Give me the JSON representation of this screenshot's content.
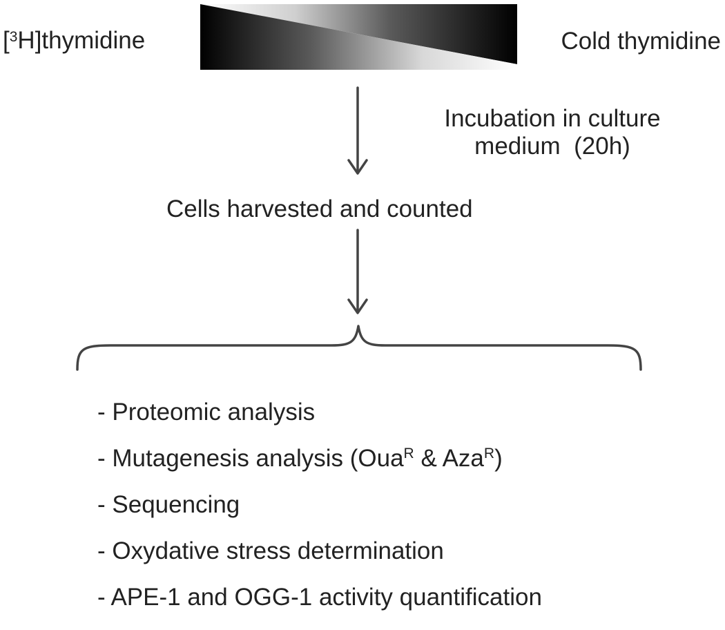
{
  "gradient_bar": {
    "left_label_prefix": "[",
    "left_label_superscript": "3",
    "left_label_suffix": "H]thymidine",
    "right_label": "Cold thymidine",
    "colors": {
      "dark": "#000000",
      "light": "#ffffff"
    }
  },
  "step_incubation": {
    "line1": "Incubation in culture",
    "line2": "medium  (20h)"
  },
  "step_harvest": {
    "label": "Cells harvested and counted"
  },
  "analyses": {
    "items": [
      {
        "text": "- Proteomic analysis"
      },
      {
        "text_before": "- Mutagenesis analysis (Oua",
        "sup1": "R",
        "text_middle": " & Aza",
        "sup2": "R",
        "text_after": ")"
      },
      {
        "text": "- Sequencing"
      },
      {
        "text": "- Oxydative stress determination"
      },
      {
        "text": "- APE-1 and OGG-1 activity quantification"
      }
    ]
  },
  "colors": {
    "stroke": "#444444",
    "text": "#222222"
  }
}
